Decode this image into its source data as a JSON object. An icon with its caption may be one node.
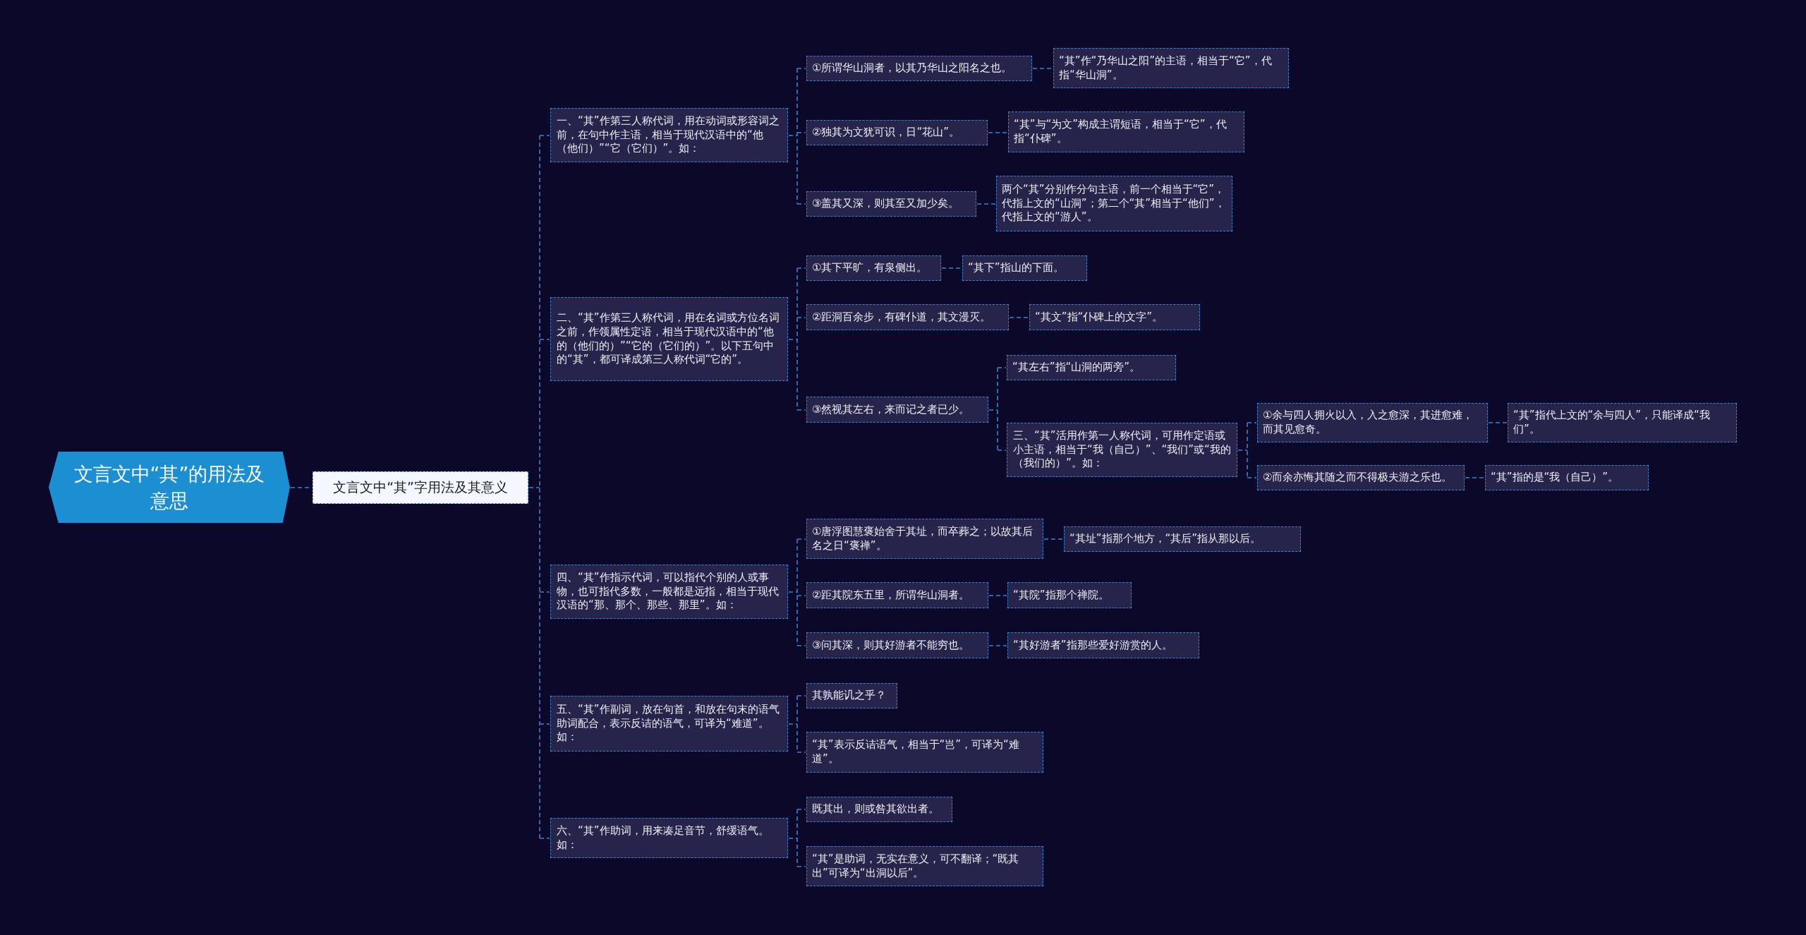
{
  "diagram": {
    "nodes": [
      {
        "text": [
          "文言文中“其”的用法及意思"
        ]
      },
      {
        "text": [
          "文言文中“其”字用法及其意义"
        ]
      },
      {
        "text": [
          "一、“其”作第三人称代词，用在动词或形容词之前，在句中作主语，相当于现代汉语中的“他（他们）”“它（它们）”。如："
        ]
      },
      {
        "text": [
          "①所谓华山洞者，以其乃华山之阳名之也。"
        ]
      },
      {
        "text": [
          "“其”作“乃华山之阳”的主语，相当于“它”，代指“华山洞”。"
        ]
      },
      {
        "text": [
          "②独其为文犹可识，日“花山”。"
        ]
      },
      {
        "text": [
          "“其”与“为文”构成主谓短语，相当于“它”，代指“仆碑”。"
        ]
      },
      {
        "text": [
          "③盖其又深，则其至又加少矣。"
        ]
      },
      {
        "text": [
          "两个“其”分别作分句主语，前一个相当于“它”，代指上文的“山洞”；第二个“其”相当于“他们”，代指上文的“游人”。"
        ]
      },
      {
        "text": [
          "二、“其”作第三人称代词，用在名词或方位名词之前，作领属性定语，相当于现代汉语中的“他的（他们的）”“它的（它们的）”。以下五句中的“其”，都可译成第三人称代词“它的”。"
        ]
      },
      {
        "text": [
          "①其下平旷，有泉侧出。"
        ]
      },
      {
        "text": [
          "“其下”指山的下面。"
        ]
      },
      {
        "text": [
          "②距洞百余步，有碑仆道，其文漫灭。"
        ]
      },
      {
        "text": [
          "“其文”指“仆碑上的文字”。"
        ]
      },
      {
        "text": [
          "③然视其左右，来而记之者已少。"
        ]
      },
      {
        "text": [
          "“其左右”指“山洞的两旁”。"
        ]
      },
      {
        "text": [
          "三、“其”活用作第一人称代词，可用作定语或小主语，相当于“我（自己）”、“我们”或“我的（我们的）”。如："
        ]
      },
      {
        "text": [
          "①余与四人拥火以入，入之愈深，其进愈难，而其见愈奇。"
        ]
      },
      {
        "text": [
          "“其”指代上文的“余与四人”，只能译成“我们”。"
        ]
      },
      {
        "text": [
          "②而余亦悔其随之而不得极夫游之乐也。"
        ]
      },
      {
        "text": [
          "“其”指的是“我（自己）”。"
        ]
      },
      {
        "text": [
          "四、“其”作指示代词，可以指代个别的人或事物，也可指代多数，一般都是远指，相当于现代汉语的“那、那个、那些、那里”。如："
        ]
      },
      {
        "text": [
          "①唐浮图慧褒始舍于其址，而卒葬之；以故其后名之日“褒禅”。"
        ]
      },
      {
        "text": [
          "“其址”指那个地方，“其后”指从那以后。"
        ]
      },
      {
        "text": [
          "②距其院东五里，所谓华山洞者。"
        ]
      },
      {
        "text": [
          "“其院”指那个禅院。"
        ]
      },
      {
        "text": [
          "③问其深，则其好游者不能穷也。"
        ]
      },
      {
        "text": [
          "“其好游者”指那些爱好游赏的人。"
        ]
      },
      {
        "text": [
          "五、“其”作副词，放在句首，和放在句末的语气助词配合，表示反诘的语气，可译为“难道”。如："
        ]
      },
      {
        "text": [
          "其孰能讥之乎？"
        ]
      },
      {
        "text": [
          "“其”表示反诘语气，相当于“岂”，可译为“难道”。"
        ]
      },
      {
        "text": [
          "六、“其”作助词，用来凑足音节，舒缓语气。如："
        ]
      },
      {
        "text": [
          "既其出，则或咎其欲出者。"
        ]
      },
      {
        "text": [
          "“其”是助词，无实在意义，可不翻译；“既其出”可译为“出洞以后”。"
        ]
      }
    ],
    "edges": [
      {
        "from": 0,
        "to": 1,
        "arrow": "none"
      },
      {
        "from": 1,
        "to": 2,
        "arrow": "none"
      },
      {
        "from": 1,
        "to": 9,
        "arrow": "none"
      },
      {
        "from": 1,
        "to": 21,
        "arrow": "none"
      },
      {
        "from": 1,
        "to": 28,
        "arrow": "none"
      },
      {
        "from": 1,
        "to": 31,
        "arrow": "none"
      },
      {
        "from": 2,
        "to": 3,
        "arrow": "none"
      },
      {
        "from": 3,
        "to": 4,
        "arrow": "none"
      },
      {
        "from": 2,
        "to": 5,
        "arrow": "none"
      },
      {
        "from": 5,
        "to": 6,
        "arrow": "none"
      },
      {
        "from": 2,
        "to": 7,
        "arrow": "none"
      },
      {
        "from": 7,
        "to": 8,
        "arrow": "none"
      },
      {
        "from": 9,
        "to": 10,
        "arrow": "none"
      },
      {
        "from": 10,
        "to": 11,
        "arrow": "none"
      },
      {
        "from": 9,
        "to": 12,
        "arrow": "none"
      },
      {
        "from": 12,
        "to": 13,
        "arrow": "none"
      },
      {
        "from": 9,
        "to": 14,
        "arrow": "none"
      },
      {
        "from": 14,
        "to": 15,
        "arrow": "none"
      },
      {
        "from": 14,
        "to": 16,
        "arrow": "none"
      },
      {
        "from": 16,
        "to": 17,
        "arrow": "none"
      },
      {
        "from": 17,
        "to": 18,
        "arrow": "none"
      },
      {
        "from": 16,
        "to": 19,
        "arrow": "none"
      },
      {
        "from": 19,
        "to": 20,
        "arrow": "none"
      },
      {
        "from": 21,
        "to": 22,
        "arrow": "none"
      },
      {
        "from": 22,
        "to": 23,
        "arrow": "none"
      },
      {
        "from": 21,
        "to": 24,
        "arrow": "none"
      },
      {
        "from": 24,
        "to": 25,
        "arrow": "none"
      },
      {
        "from": 21,
        "to": 26,
        "arrow": "none"
      },
      {
        "from": 26,
        "to": 27,
        "arrow": "none"
      },
      {
        "from": 28,
        "to": 29,
        "arrow": "none"
      },
      {
        "from": 28,
        "to": 30,
        "arrow": "none"
      },
      {
        "from": 31,
        "to": 32,
        "arrow": "none"
      },
      {
        "from": 31,
        "to": 33,
        "arrow": "none"
      }
    ]
  }
}
